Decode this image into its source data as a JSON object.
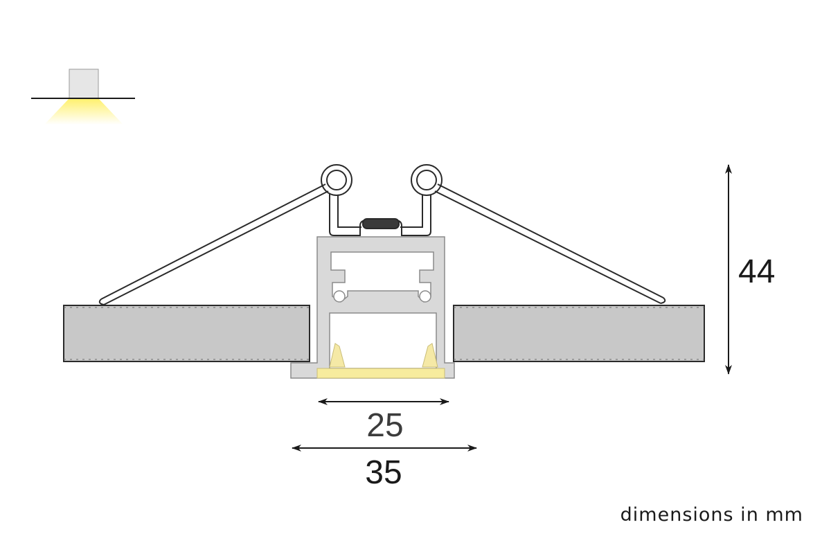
{
  "dimensions": {
    "height": "44",
    "inner_width": "25",
    "outer_width": "35"
  },
  "note": "dimensions in mm",
  "colors": {
    "board": "#c8c8c8",
    "profile": "#d9d9d9",
    "led": "#f5e9a6",
    "light": "#fff06a",
    "stroke": "#2a2a2a"
  },
  "icons": {
    "mounting_icon": "recessed-ceiling-light-icon"
  }
}
